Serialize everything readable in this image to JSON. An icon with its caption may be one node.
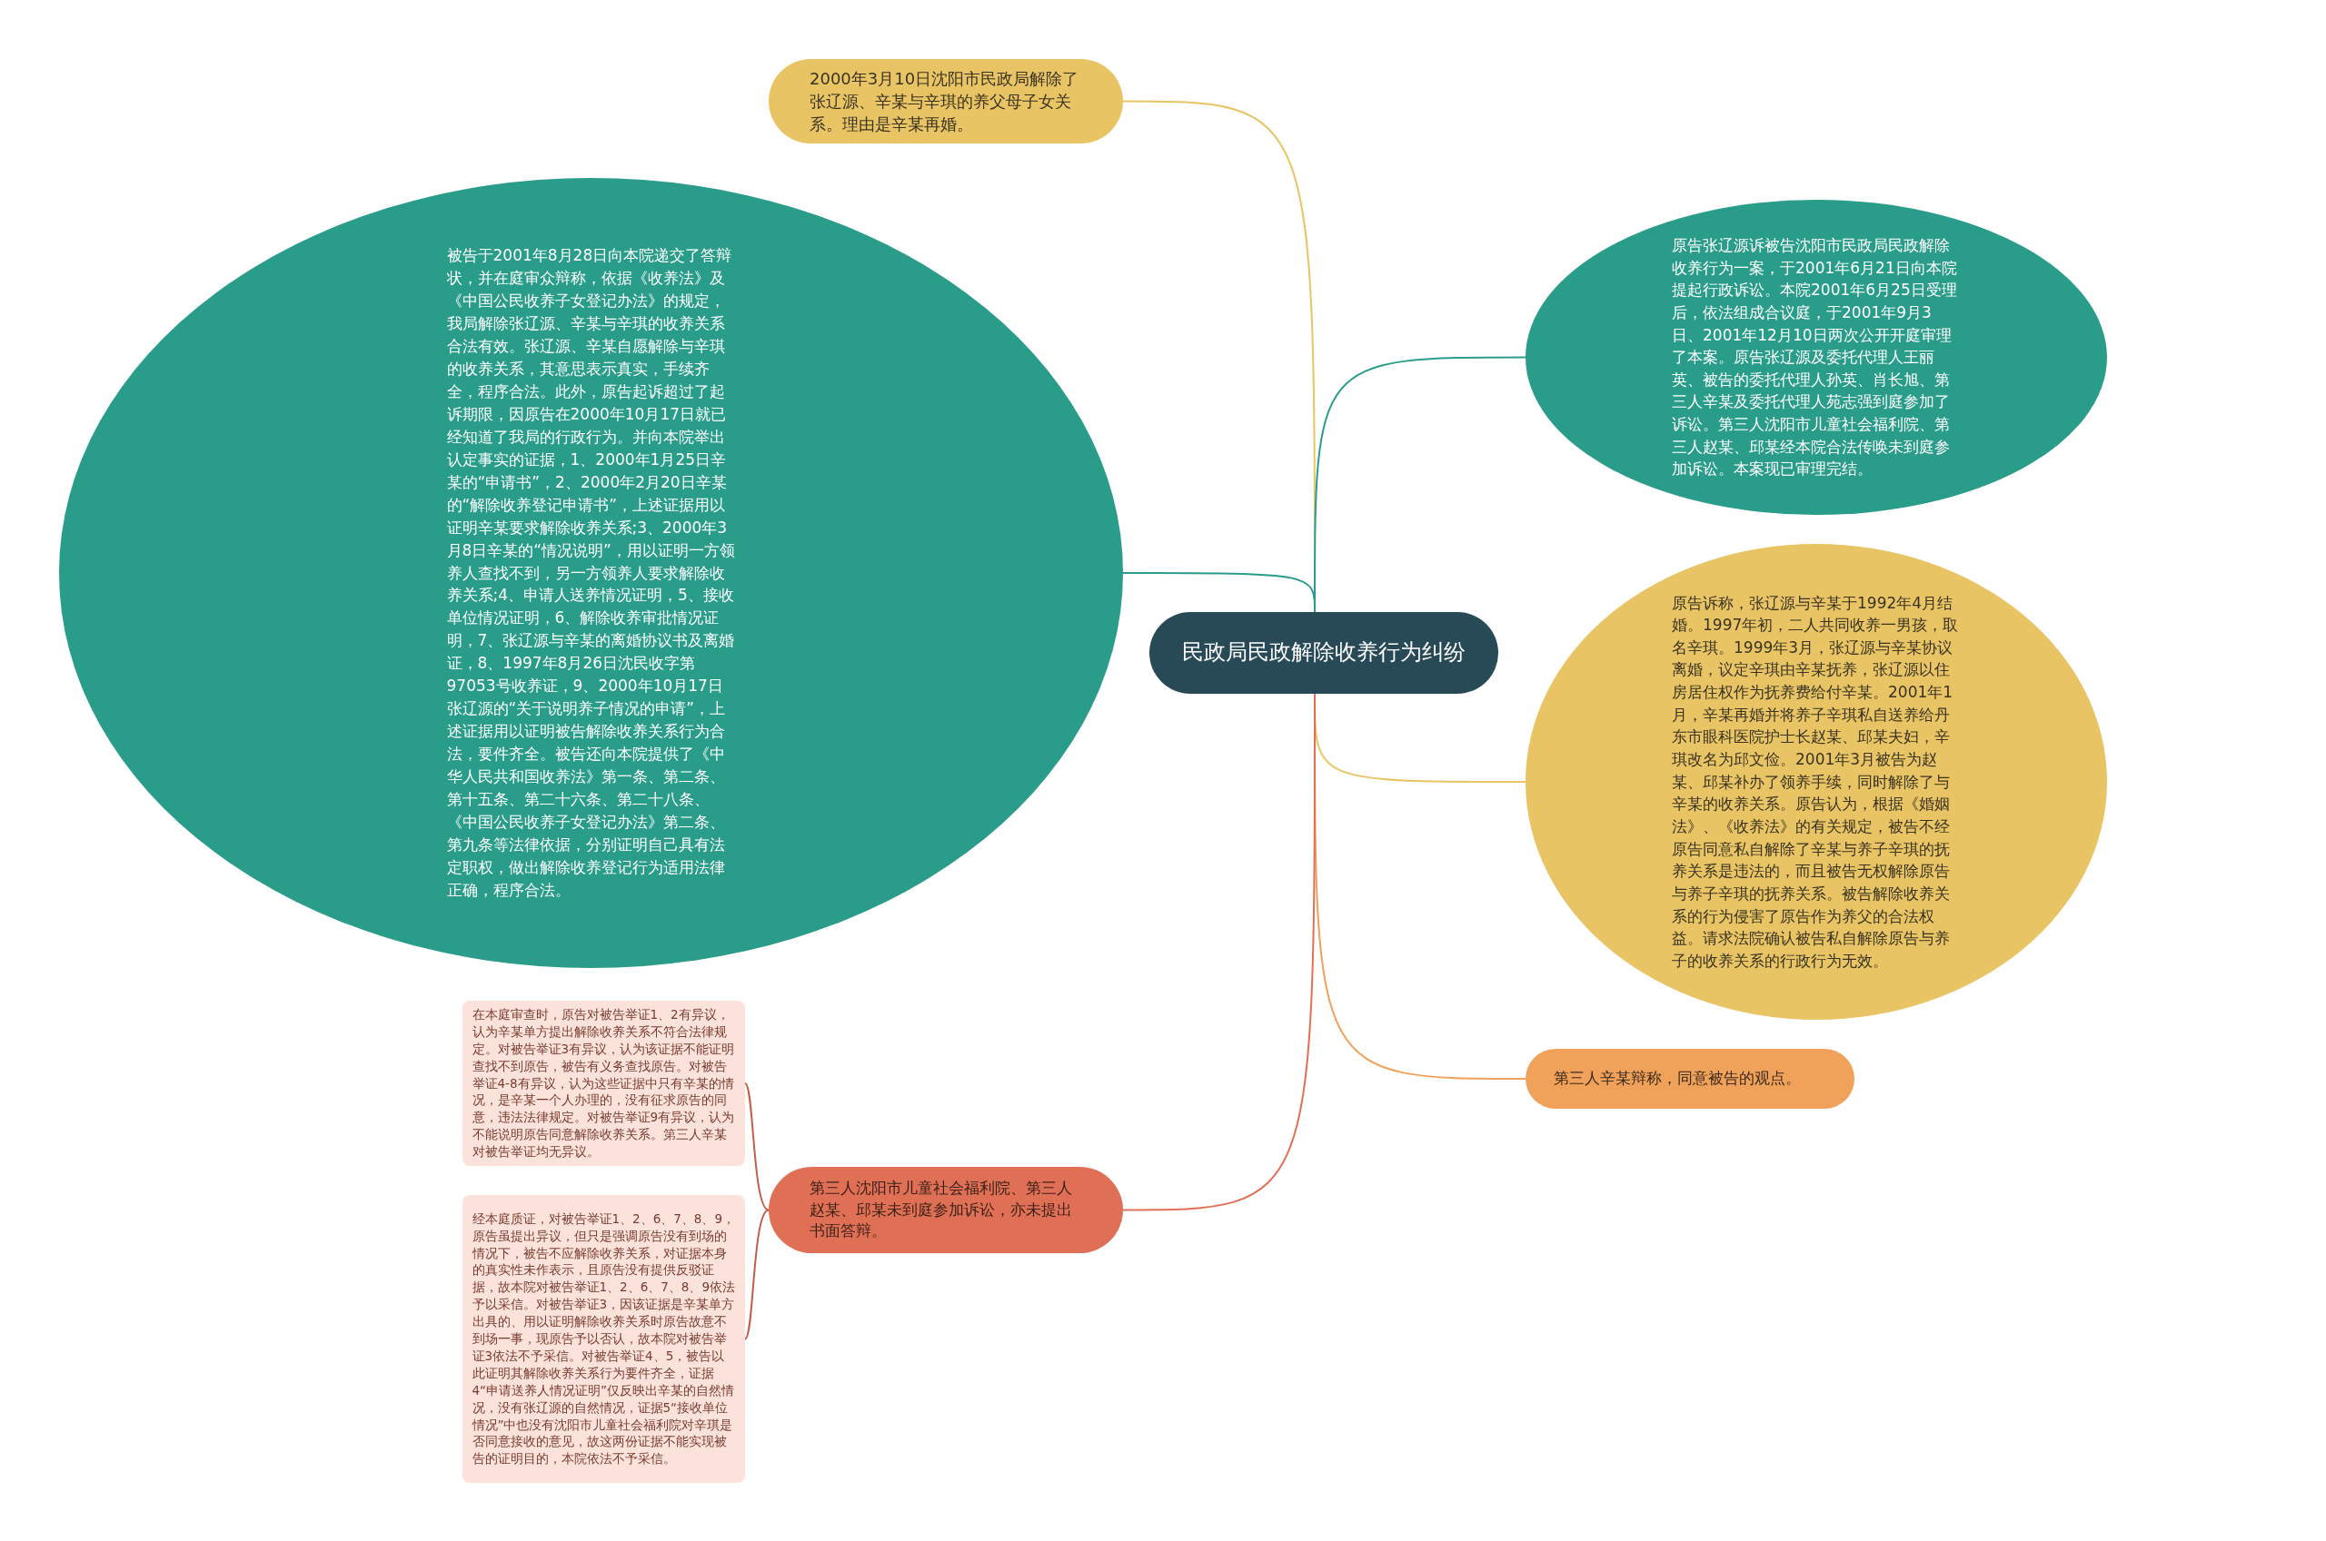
{
  "diagram": {
    "nodes": [
      {
        "text": [
          "民政局民政解除收养行为纠纷"
        ]
      },
      {
        "text": [
          "2000年3月10日沈阳市民政局解除了张辽源、辛某与辛琪的养父母子女关系。理由是辛某再婚。"
        ]
      },
      {
        "text": [
          "被告于2001年8月28日向本院递交了答辩状，并在庭审众辩称，依据《收养法》及《中国公民收养子女登记办法》的规定，我局解除张辽源、辛某与辛琪的收养关系合法有效。张辽源、辛某自愿解除与辛琪的收养关系，其意思表示真实，手续齐全，程序合法。此外，原告起诉超过了起诉期限，因原告在2000年10月17日就已经知道了我局的行政行为。并向本院举出认定事实的证据，1、2000年1月25日辛某的“申请书”，2、2000年2月20日辛某的“解除收养登记申请书”，上述证据用以证明辛某要求解除收养关系;3、2000年3月8日辛某的“情况说明”，用以证明一方领养人查找不到，另一方领养人要求解除收养关系;4、申请人送养情况证明，5、接收单位情况证明，6、解除收养审批情况证明，7、张辽源与辛某的离婚协议书及离婚证，8、1997年8月26日沈民收字第97053号收养证，9、2000年10月17日张辽源的“关于说明养子情况的申请”，上述证据用以证明被告解除收养关系行为合法，要件齐全。被告还向本院提供了《中华人民共和国收养法》第一条、第二条、第十五条、第二十六条、第二十八条、《中国公民收养子女登记办法》第二条、第九条等法律依据，分别证明自己具有法定职权，做出解除收养登记行为适用法律正确，程序合法。"
        ]
      },
      {
        "text": [
          " 原告张辽源诉被告沈阳市民政局民政解除收养行为一案，于2001年6月21日向本院提起行政诉讼。本院2001年6月25日受理后，依法组成合议庭，于2001年9月3日、2001年12月10日两次公开开庭审理了本案。原告张辽源及委托代理人王丽英、被告的委托代理人孙英、肖长旭、第三人辛某及委托代理人苑志强到庭参加了诉讼。第三人沈阳市儿童社会福利院、第三人赵某、邱某经本院合法传唤未到庭参加诉讼。本案现已审理完结。"
        ]
      },
      {
        "text": [
          "原告诉称，张辽源与辛某于1992年4月结婚。1997年初，二人共同收养一男孩，取名辛琪。1999年3月，张辽源与辛某协议离婚，议定辛琪由辛某抚养，张辽源以住房居住权作为抚养费给付辛某。2001年1月，辛某再婚并将养子辛琪私自送养给丹东市眼科医院护士长赵某、邱某夫妇，辛琪改名为邱文俭。2001年3月被告为赵某、邱某补办了领养手续，同时解除了与辛某的收养关系。原告认为，根据《婚姻法》、《收养法》的有关规定，被告不经原告同意私自解除了辛某与养子辛琪的抚养关系是违法的，而且被告无权解除原告与养子辛琪的抚养关系。被告解除收养关系的行为侵害了原告作为养父的合法权益。请求法院确认被告私自解除原告与养子的收养关系的行政行为无效。"
        ]
      },
      {
        "text": [
          "第三人辛某辩称，同意被告的观点。"
        ]
      },
      {
        "text": [
          "第三人沈阳市儿童社会福利院、第三人赵某、邱某未到庭参加诉讼，亦未提出书面答辩。"
        ]
      },
      {
        "text": [
          "在本庭审查时，原告对被告举证1、2有异议，认为辛某单方提出解除收养关系不符合法律规定。对被告举证3有异议，认为该证据不能证明查找不到原告，被告有义务查找原告。对被告举证4-8有异议，认为这些证据中只有辛某的情况，是辛某一个人办理的，没有征求原告的同意，违法法律规定。对被告举证9有异议，认为不能说明原告同意解除收养关系。第三人辛某对被告举证均无异议。"
        ]
      },
      {
        "text": [
          "经本庭质证，对被告举证1、2、6、7、8、9，原告虽提出异议，但只是强调原告没有到场的情况下，被告不应解除收养关系，对证据本身的真实性未作表示，且原告没有提供反驳证据，故本院对被告举证1、2、6、7、8、9依法予以采信。对被告举证3，因该证据是辛某单方出具的、用以证明解除收养关系时原告故意不到场一事，现原告予以否认，故本院对被告举证3依法不予采信。对被告举证4、5，被告以此证明其解除收养关系行为要件齐全，证据4“申请送养人情况证明”仅反映出辛某的自然情况，没有张辽源的自然情况，证据5“接收单位情况”中也没有沈阳市儿童社会福利院对辛琪是否同意接收的意见，故这两份证据不能实现被告的证明目的，本院依法不予采信。"
        ]
      }
    ],
    "edges": [
      {
        "from": 0,
        "to": 1,
        "arrow": "none",
        "color": "#e8c465"
      },
      {
        "from": 0,
        "to": 2,
        "arrow": "none",
        "color": "#2a9d8a"
      },
      {
        "from": 0,
        "to": 3,
        "arrow": "none",
        "color": "#2a9d8a"
      },
      {
        "from": 0,
        "to": 4,
        "arrow": "none",
        "color": "#e8c465"
      },
      {
        "from": 0,
        "to": 5,
        "arrow": "none",
        "color": "#f0a25a"
      },
      {
        "from": 0,
        "to": 6,
        "arrow": "none",
        "color": "#e07055"
      },
      {
        "from": 6,
        "to": 7,
        "arrow": "none",
        "color": "#c0604a"
      },
      {
        "from": 6,
        "to": 8,
        "arrow": "none",
        "color": "#c0604a"
      }
    ]
  }
}
